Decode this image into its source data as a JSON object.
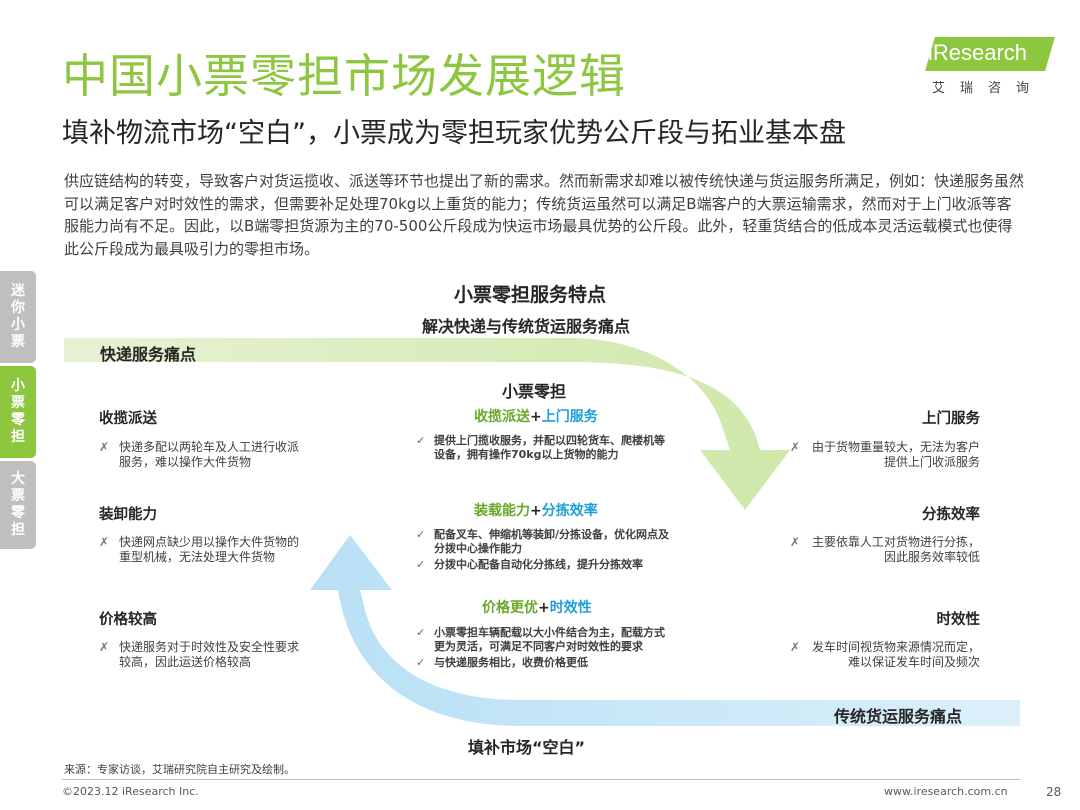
{
  "header": {
    "title": "中国小票零担市场发展逻辑",
    "subtitle": "填补物流市场“空白”，小票成为零担玩家优势公斤段与拓业基本盘"
  },
  "logo": {
    "text": "iResearch",
    "cn": "艾瑞咨询",
    "brand_color": "#8dc63f"
  },
  "intro": "供应链结构的转变，导致客户对货运揽收、派送等环节也提出了新的需求。然而新需求却难以被传统快递与货运服务所满足，例如：快递服务虽然可以满足客户对时效性的需求，但需要补足处理70kg以上重货的能力；传统货运虽然可以满足B端客户的大票运输需求，然而对于上门收派等客服能力尚有不足。因此，以B端零担货源为主的70-500公斤段成为快运市场最具优势的公斤段。此外，轻重货结合的低成本灵活运载模式也使得此公斤段成为最具吸引力的零担市场。",
  "side_tabs": [
    {
      "label": "迷你小票",
      "active": false
    },
    {
      "label": "小票零担",
      "active": true
    },
    {
      "label": "大票零担",
      "active": false
    }
  ],
  "diagram": {
    "title": "小票零担服务特点",
    "subtitle": "解决快递与传统货运服务痛点",
    "express_band": "快递服务痛点",
    "freight_band": "传统货运服务痛点",
    "bottom_label": "填补市场“空白”",
    "center_title": "小票零担",
    "left": [
      {
        "title": "收揽派送",
        "mark": "✗",
        "text": "快递多配以两轮车及人工进行收派服务，难以操作大件货物"
      },
      {
        "title": "装卸能力",
        "mark": "✗",
        "text": "快递网点缺少用以操作大件货物的重型机械，无法处理大件货物"
      },
      {
        "title": "价格较高",
        "mark": "✗",
        "text": "快递服务对于时效性及安全性要求较高，因此运送价格较高"
      }
    ],
    "right": [
      {
        "title": "上门服务",
        "mark": "✗",
        "text": "由于货物重量较大，无法为客户提供上门收派服务"
      },
      {
        "title": "分拣效率",
        "mark": "✗",
        "text": "主要依靠人工对货物进行分拣，因此服务效率较低"
      },
      {
        "title": "时效性",
        "mark": "✗",
        "text": "发车时间视货物来源情况而定，难以保证发车时间及频次"
      }
    ],
    "center": [
      {
        "head_a": "收揽派送",
        "plus": "+",
        "head_b": "上门服务",
        "bullets": [
          "提供上门揽收服务，并配以四轮货车、爬楼机等设备，拥有操作70kg以上货物的能力"
        ]
      },
      {
        "head_a": "装载能力",
        "plus": "+",
        "head_b": "分拣效率",
        "bullets": [
          "配备叉车、伸缩机等装卸/分拣设备，优化网点及分拨中心操作能力",
          "分拨中心配备自动化分拣线，提升分拣效率"
        ]
      },
      {
        "head_a": "价格更优",
        "plus": "+",
        "head_b": "时效性",
        "bullets": [
          "小票零担车辆配载以大小件结合为主，配载方式更为灵活，可满足不同客户对时效性的要求",
          "与快递服务相比，收费价格更低"
        ]
      }
    ],
    "check_mark": "✓",
    "colors": {
      "express": "#8dc63f",
      "freight": "#1e9fd8"
    }
  },
  "footer": {
    "source": "来源：专家访谈，艾瑞研究院自主研究及绘制。",
    "copyright": "©2023.12 iResearch Inc.",
    "url": "www.iresearch.com.cn",
    "page": "28"
  }
}
